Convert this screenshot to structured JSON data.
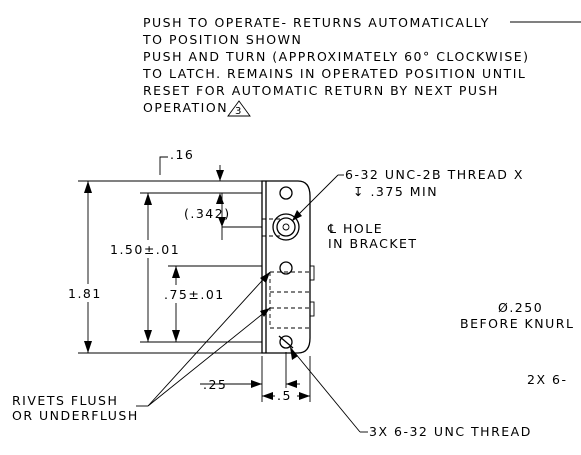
{
  "notes": {
    "line1": "PUSH TO OPERATE- RETURNS AUTOMATICALLY",
    "line2": "TO POSITION SHOWN",
    "line3": "PUSH AND TURN (APPROXIMATELY 60° CLOCKWISE)",
    "line4": "TO LATCH. REMAINS IN OPERATED POSITION UNTIL",
    "line5": "RESET FOR AUTOMATIC RETURN BY NEXT PUSH",
    "line6": "OPERATION",
    "note_ref": "3"
  },
  "dimensions": {
    "d_016": ".16",
    "d_0342": "(.342)",
    "d_150": "1.50±.01",
    "d_181": "1.81",
    "d_075": ".75±.01",
    "d_025": ".25",
    "d_05": ".5"
  },
  "callouts": {
    "thread_line1": "6-32 UNC-2B THREAD X",
    "thread_line2": "↧ .375 MIN",
    "cl_line1": "℄ HOLE",
    "cl_line2": "IN BRACKET",
    "dia_line1": "Ø.250",
    "dia_line2": "BEFORE KNURL",
    "partial": "2X 6-",
    "rivets_line1": "RIVETS FLUSH",
    "rivets_line2": "OR UNDERFLUSH",
    "three_x": "3X 6-32 UNC THREAD"
  }
}
